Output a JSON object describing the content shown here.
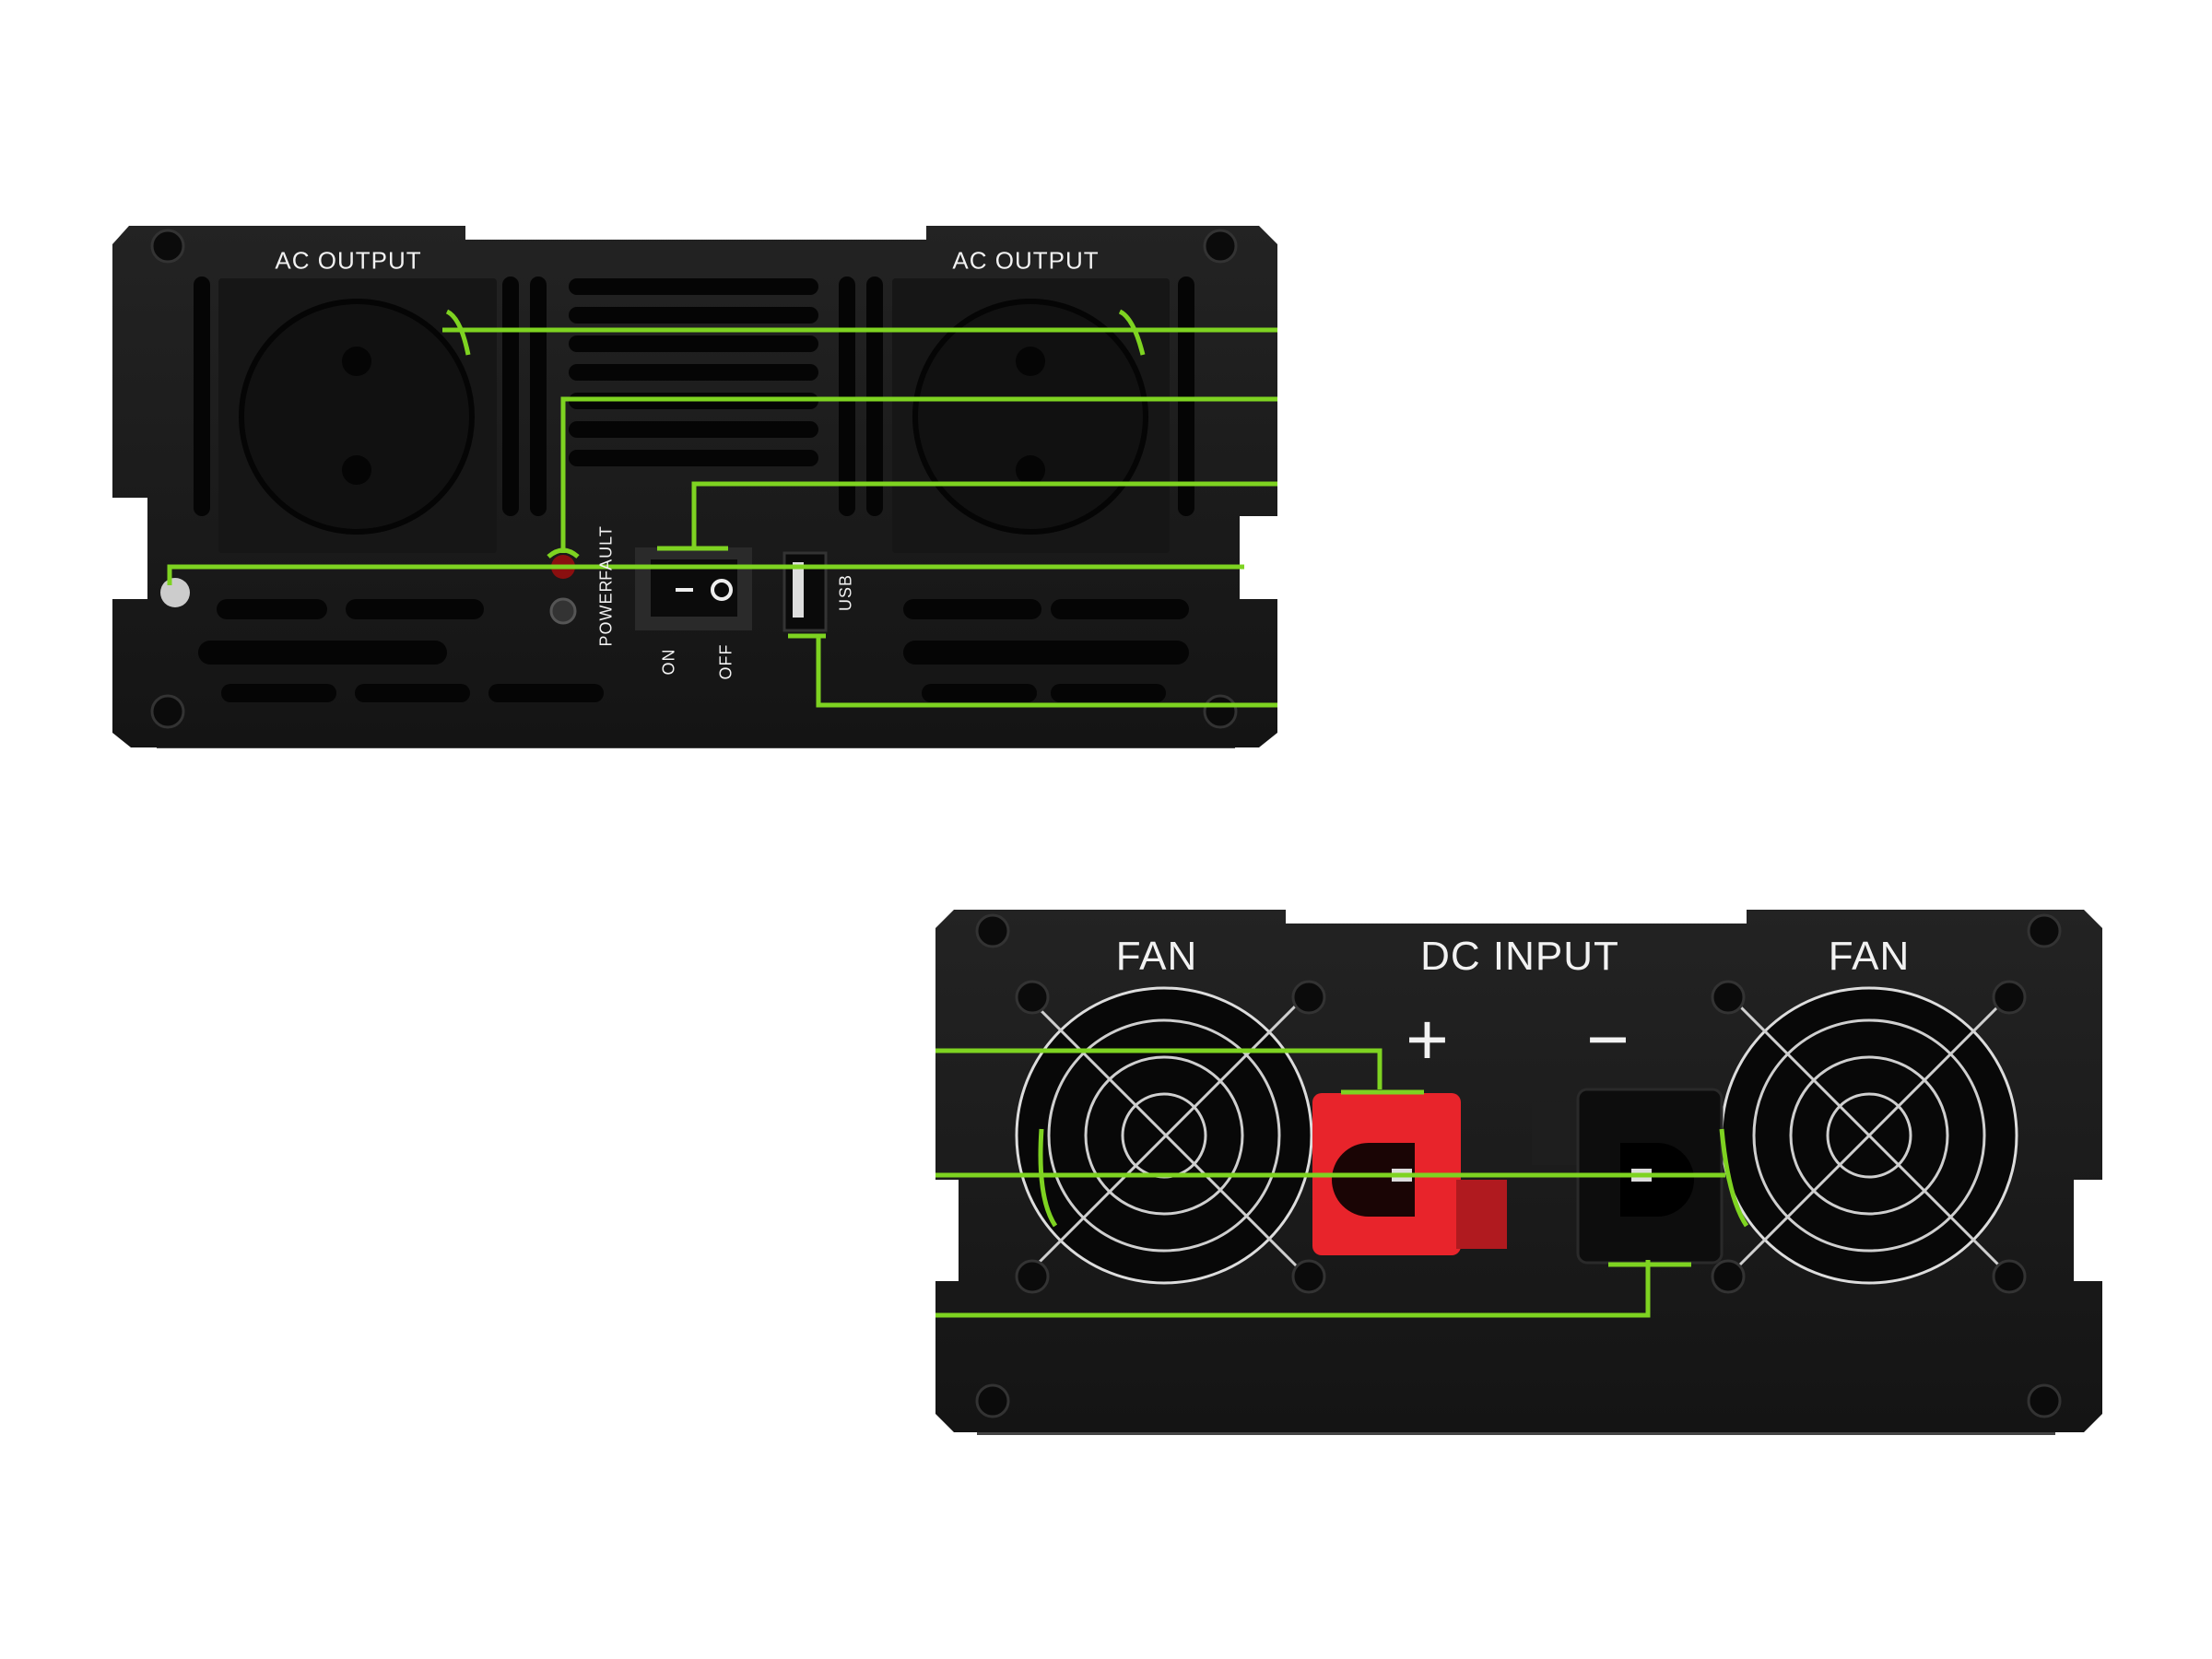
{
  "rear_panel": {
    "ac_output_left": "AC OUTPUT",
    "ac_output_right": "AC OUTPUT",
    "power_led_label": "POWER",
    "fault_led_label": "FAULT",
    "switch_on": "ON",
    "switch_off": "OFF",
    "switch_symbol_on": "I",
    "switch_symbol_off": "O",
    "usb_label": "USB"
  },
  "front_panel": {
    "fan_left": "FAN",
    "fan_right": "FAN",
    "dc_input": "DC INPUT",
    "plus": "+",
    "minus": "−"
  },
  "colors": {
    "callout": "#7ed321",
    "body": "#1c1c1c",
    "positive_terminal": "#e8242b"
  }
}
